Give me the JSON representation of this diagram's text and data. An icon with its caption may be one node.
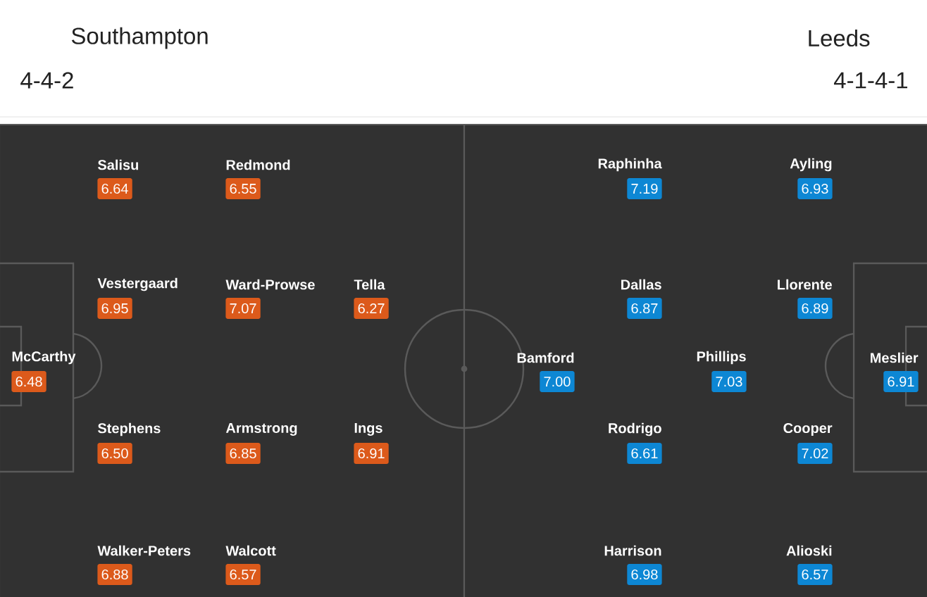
{
  "diagram": {
    "nodes": [
      {
        "text": [
          "McCarthy",
          "6.48"
        ]
      },
      {
        "text": [
          "Salisu",
          "6.64"
        ]
      },
      {
        "text": [
          "Vestergaard",
          "6.95"
        ]
      },
      {
        "text": [
          "Stephens",
          "6.50"
        ]
      },
      {
        "text": [
          "Walker-Peters",
          "6.88"
        ]
      },
      {
        "text": [
          "Redmond",
          "6.55"
        ]
      },
      {
        "text": [
          "Ward-Prowse",
          "7.07"
        ]
      },
      {
        "text": [
          "Armstrong",
          "6.85"
        ]
      },
      {
        "text": [
          "Walcott",
          "6.57"
        ]
      },
      {
        "text": [
          "Tella",
          "6.27"
        ]
      },
      {
        "text": [
          "Ings",
          "6.91"
        ]
      },
      {
        "text": [
          "Bamford",
          "7.00"
        ]
      },
      {
        "text": [
          "Raphinha",
          "7.19"
        ]
      },
      {
        "text": [
          "Dallas",
          "6.87"
        ]
      },
      {
        "text": [
          "Rodrigo",
          "6.61"
        ]
      },
      {
        "text": [
          "Harrison",
          "6.98"
        ]
      },
      {
        "text": [
          "Phillips",
          "7.03"
        ]
      },
      {
        "text": [
          "Ayling",
          "6.93"
        ]
      },
      {
        "text": [
          "Llorente",
          "6.89"
        ]
      },
      {
        "text": [
          "Cooper",
          "7.02"
        ]
      },
      {
        "text": [
          "Alioski",
          "6.57"
        ]
      },
      {
        "text": [
          "Meslier",
          "6.91"
        ]
      }
    ],
    "labels": [
      "Southampton",
      "4-4-2",
      "Leeds",
      "4-1-4-1"
    ]
  }
}
